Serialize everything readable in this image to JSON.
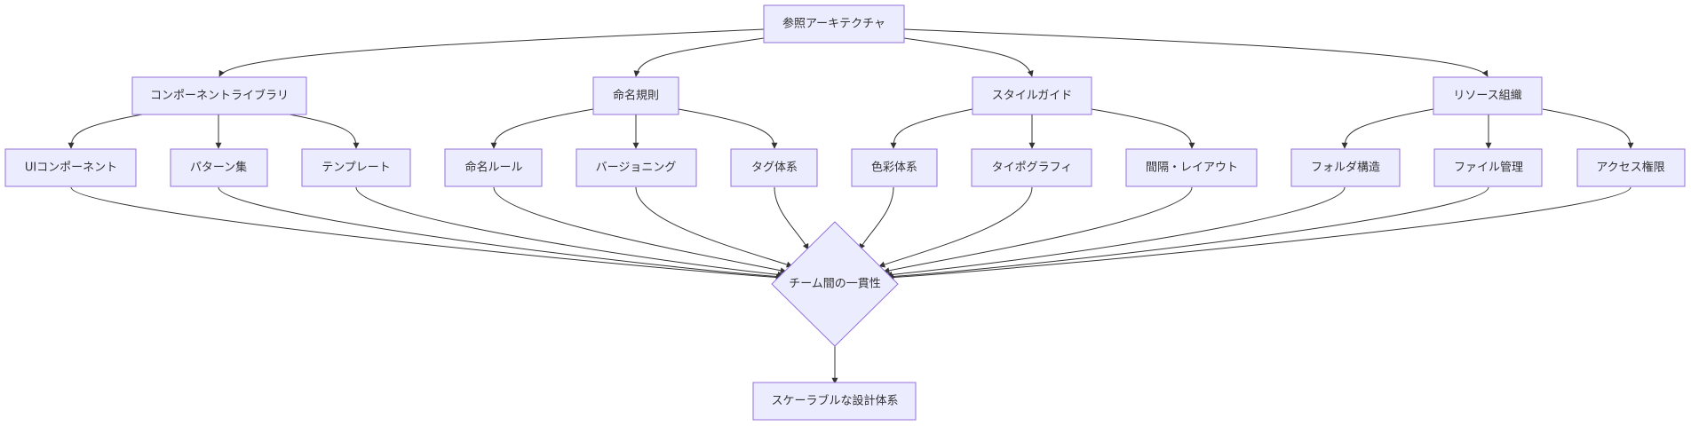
{
  "diagram": {
    "nodes": {
      "root": "参照アーキテクチャ",
      "components": "コンポーネントライブラリ",
      "naming": "命名規則",
      "style": "スタイルガイド",
      "resources": "リソース組織",
      "ui": "UIコンポーネント",
      "patterns": "パターン集",
      "templates": "テンプレート",
      "naming_rules": "命名ルール",
      "versioning": "バージョニング",
      "tags": "タグ体系",
      "colors": "色彩体系",
      "typography": "タイポグラフィ",
      "spacing": "間隔・レイアウト",
      "folders": "フォルダ構造",
      "files": "ファイル管理",
      "access": "アクセス権限",
      "consistency": "チーム間の一貫性",
      "scalable": "スケーラブルな設計体系"
    }
  }
}
